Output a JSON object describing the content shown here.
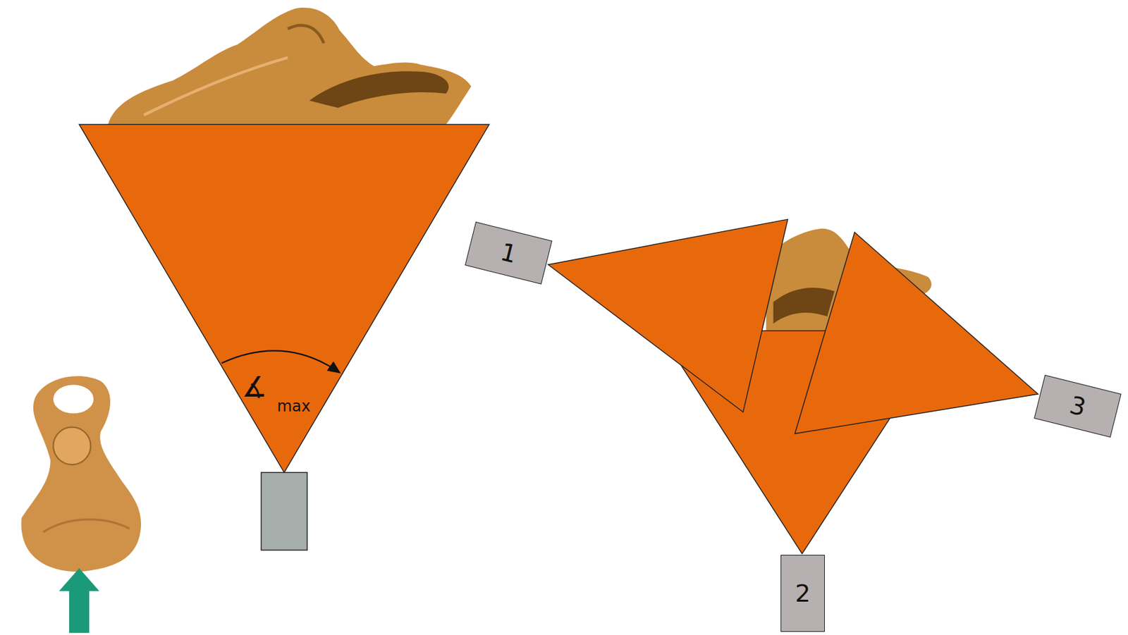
{
  "diagram": {
    "nodes": [
      {
        "text": [
          "1"
        ]
      },
      {
        "text": [
          "2"
        ]
      },
      {
        "text": [
          "3"
        ]
      }
    ],
    "labels": [
      "∡",
      "max"
    ]
  }
}
